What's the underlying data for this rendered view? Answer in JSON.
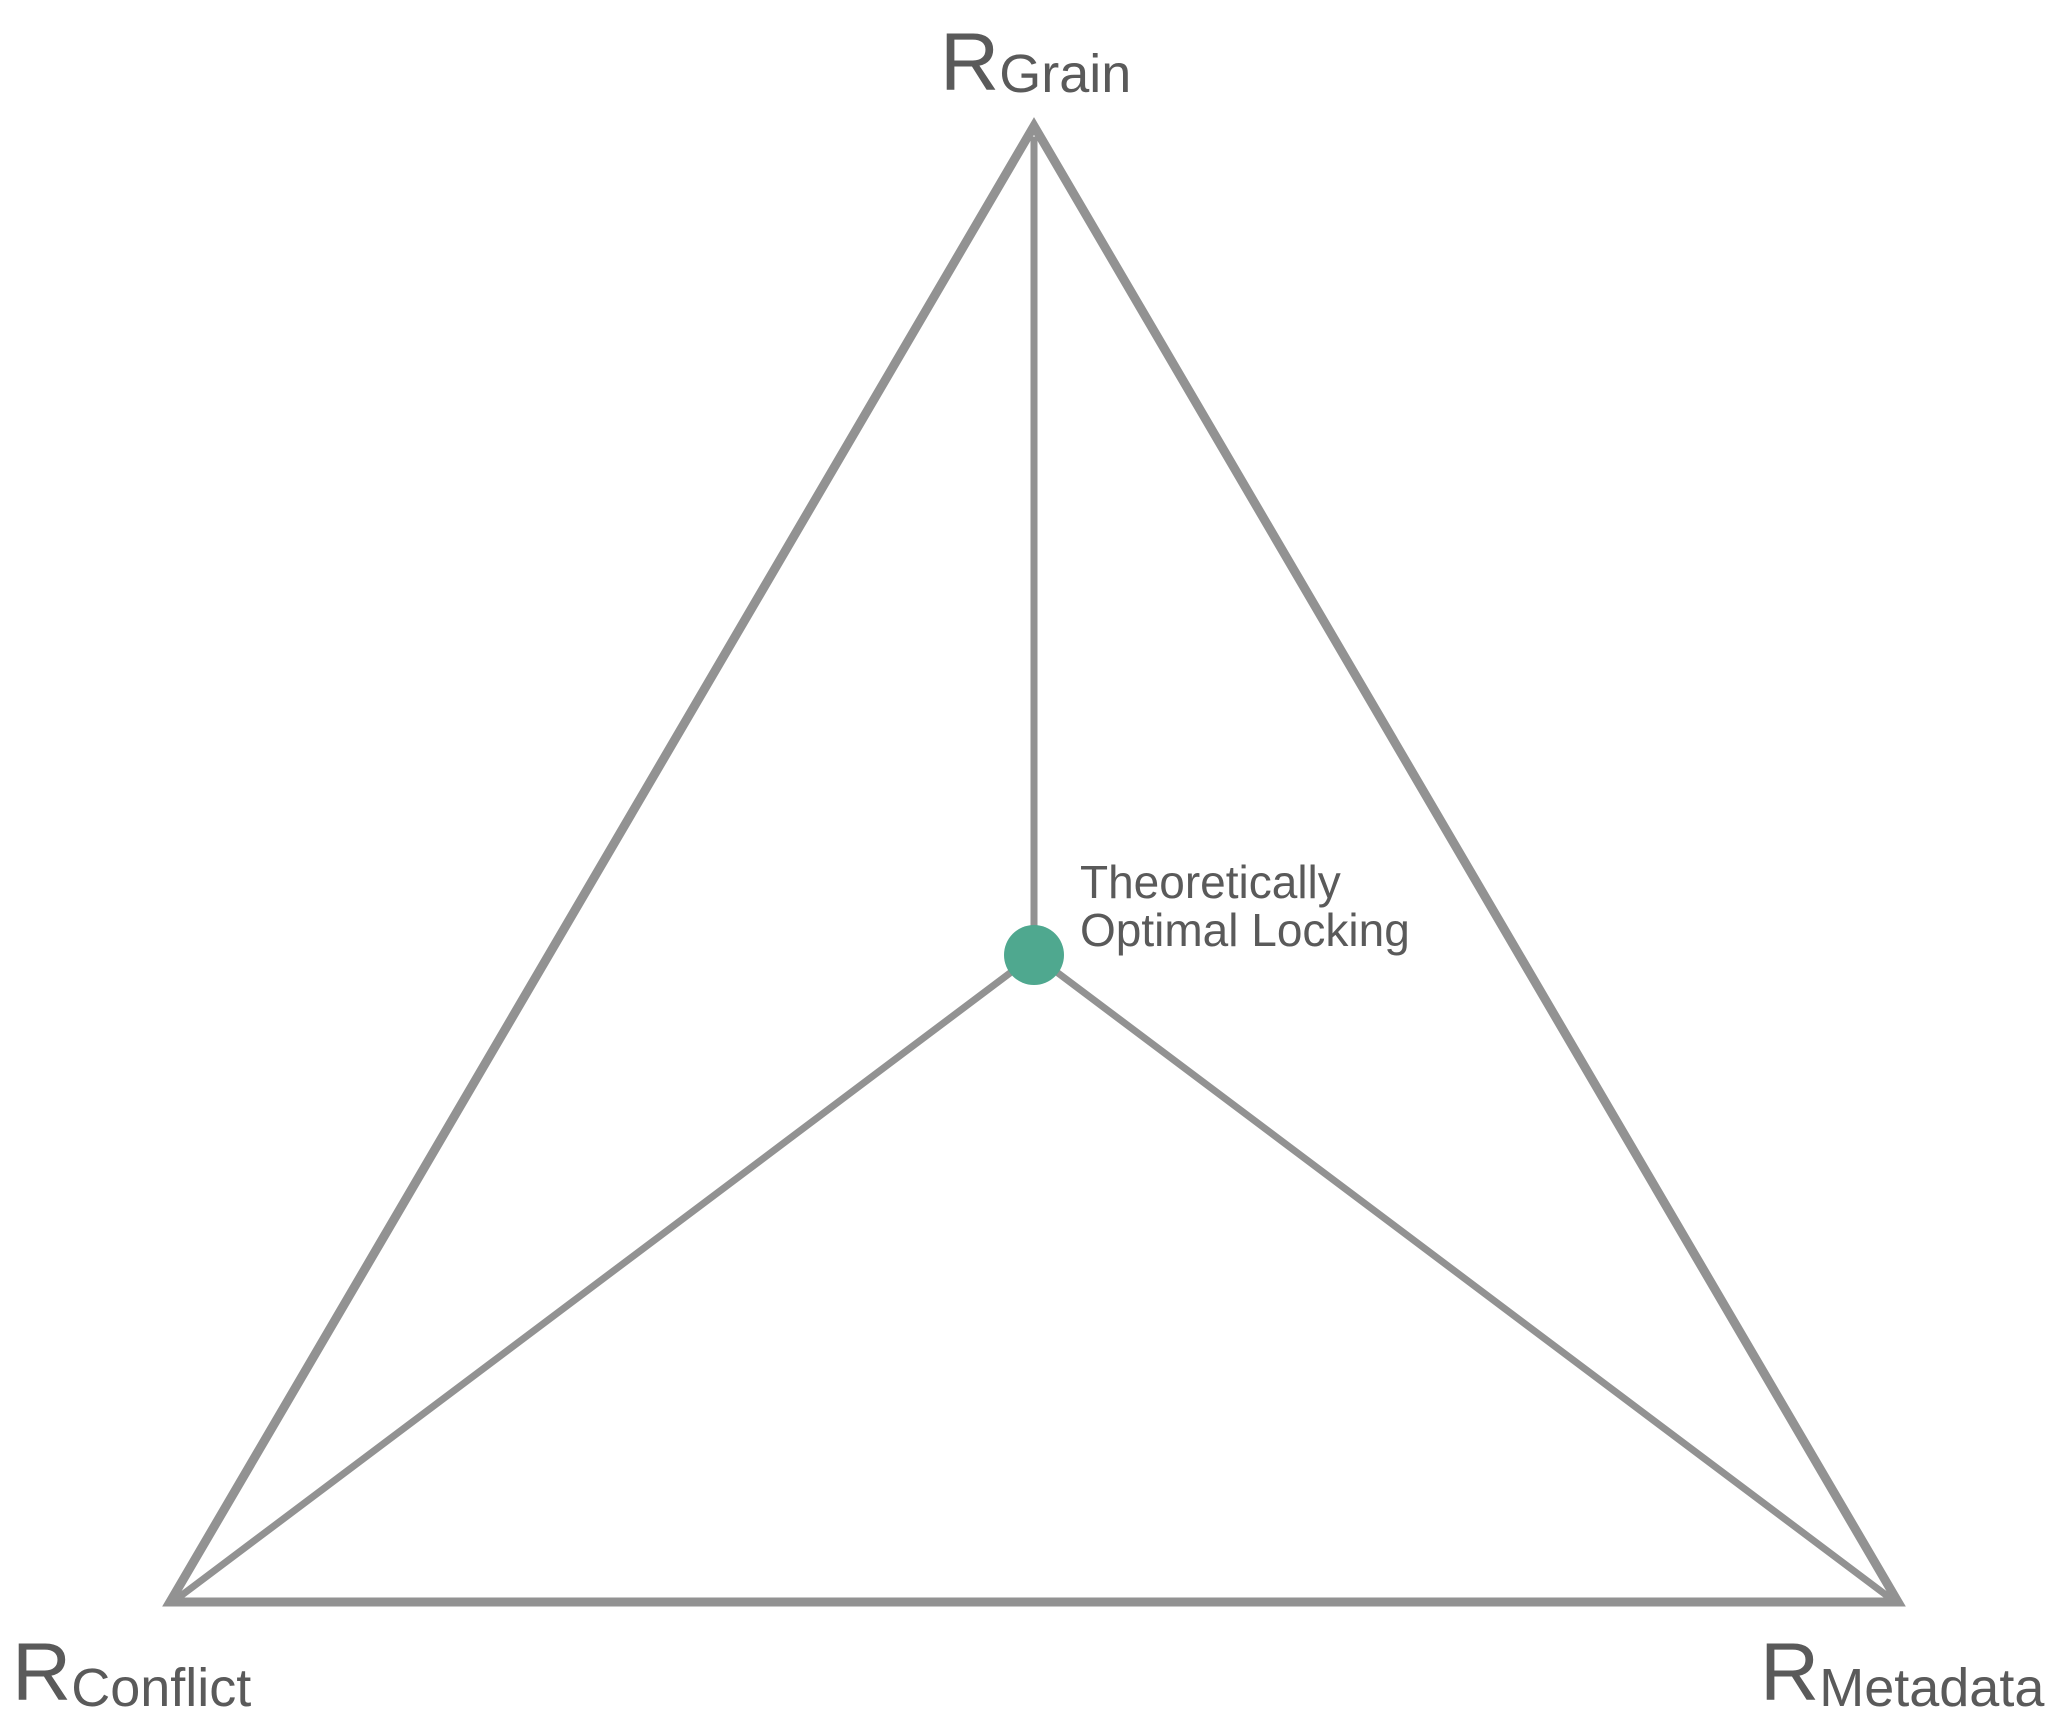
{
  "vertices": {
    "top": {
      "main": "R",
      "sub": "Grain"
    },
    "bottom_left": {
      "main": "R",
      "sub": "Conflict"
    },
    "bottom_right": {
      "main": "R",
      "sub": "Metadata"
    }
  },
  "center_point": {
    "label_line1": "Theoretically",
    "label_line2": "Optimal Locking",
    "color": "#4fa88f"
  },
  "colors": {
    "edge": "#929292",
    "text": "#5a5a5a",
    "background": "#ffffff"
  }
}
